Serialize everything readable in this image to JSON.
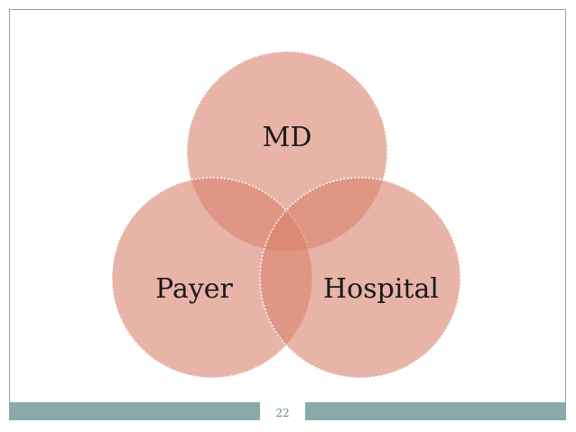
{
  "diagram": {
    "circles": [
      {
        "id": "md",
        "label": "MD"
      },
      {
        "id": "payer",
        "label": "Payer"
      },
      {
        "id": "hospital",
        "label": "Hospital"
      }
    ],
    "colors": {
      "fill": "#d9826d",
      "stroke": "#ffffff"
    }
  },
  "footer": {
    "page_number": "22",
    "bar_color": "#89aaa9"
  }
}
